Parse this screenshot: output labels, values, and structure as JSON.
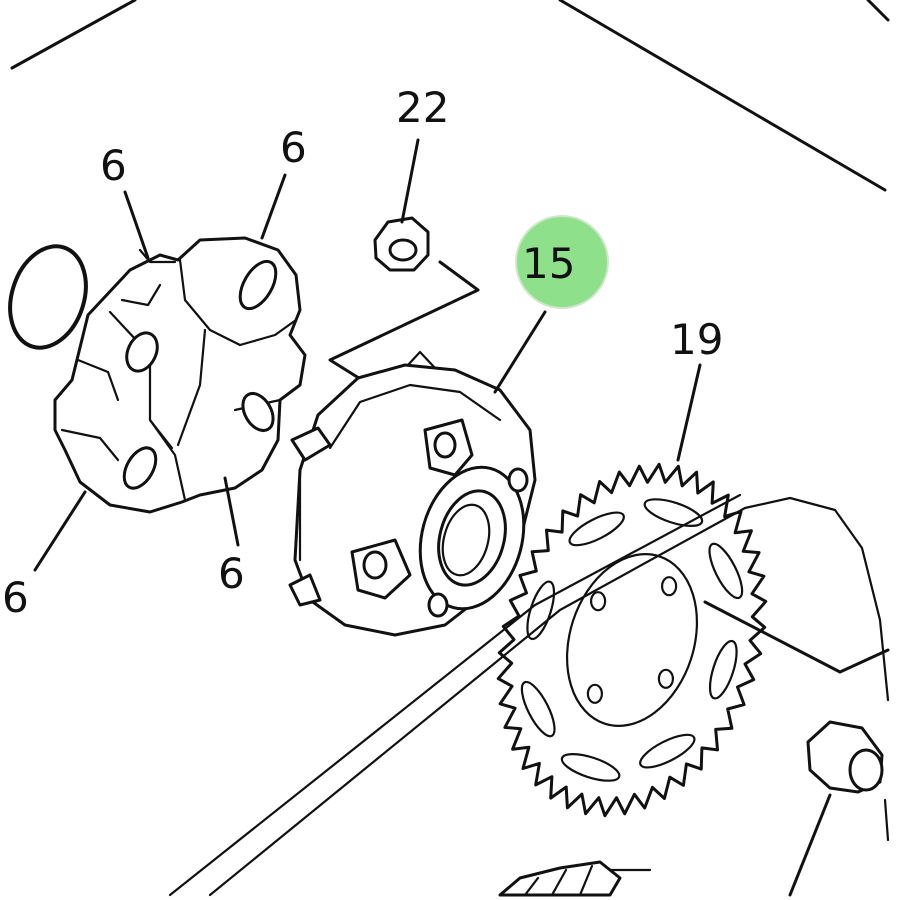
{
  "callouts": {
    "damper_top_left": "6",
    "damper_top_right": "6",
    "damper_bottom_left": "6",
    "damper_bottom_right": "6",
    "nut": "22",
    "clutch_hub": "15",
    "sprocket": "19"
  },
  "highlight": {
    "target": "clutch_hub",
    "color": "#8fe08a"
  }
}
